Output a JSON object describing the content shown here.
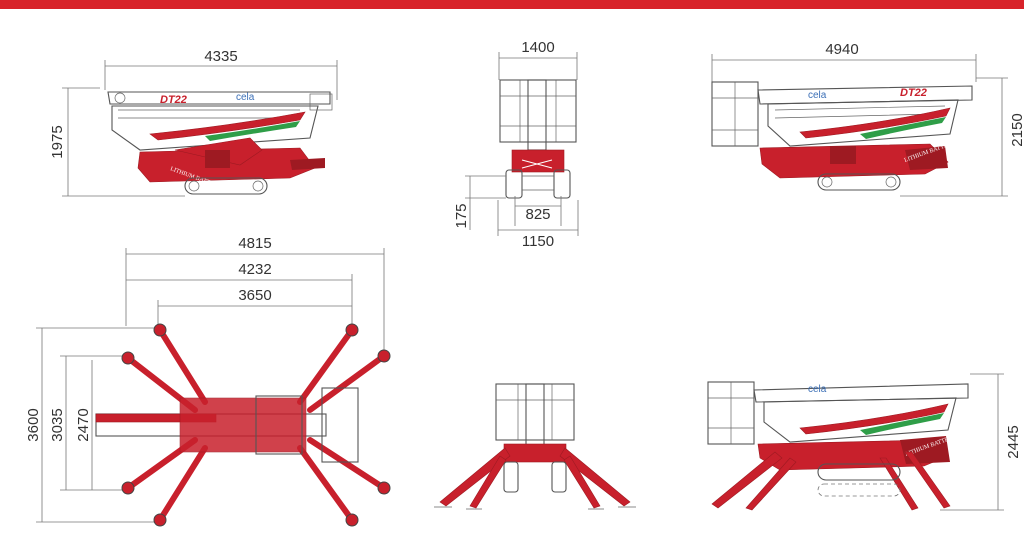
{
  "header": {
    "band_color": "#d8232a"
  },
  "colors": {
    "machine_red": "#c8202c",
    "dark_red": "#9e1a22",
    "stripe_green": "#2f9e48",
    "line": "#555555"
  },
  "brand": {
    "logo_text": "cela",
    "model_text": "DT22",
    "battery_label": "LITHIUM BATTERY"
  },
  "views": {
    "side_stowed": {
      "length": "4335",
      "height": "1975"
    },
    "front_stowed": {
      "width_top": "1400",
      "track_width": "825",
      "overall_width": "1150",
      "ground_clearance": "175"
    },
    "side_basket": {
      "length": "4940",
      "height": "2150"
    },
    "top_view": {
      "span_outer": "4815",
      "span_middle": "4232",
      "span_inner": "3650",
      "depth_outer": "3600",
      "depth_middle": "3035",
      "depth_inner": "2470"
    },
    "side_outriggers": {
      "height": "2445"
    }
  }
}
